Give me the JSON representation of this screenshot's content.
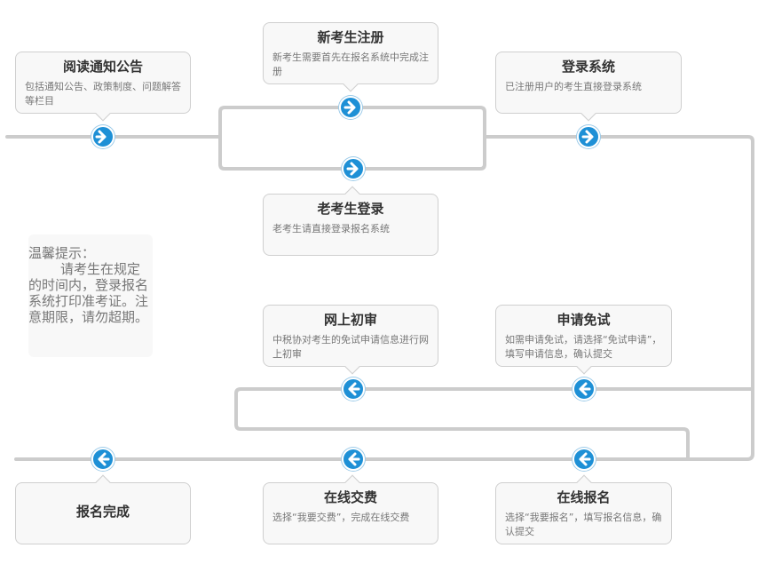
{
  "steps": {
    "read_notice": {
      "title": "阅读通知公告",
      "desc": "包括通知公告、政策制度、问题解答等栏目"
    },
    "new_register": {
      "title": "新考生注册",
      "desc": "新考生需要首先在报名系统中完成注册"
    },
    "login": {
      "title": "登录系统",
      "desc": "已注册用户的考生直接登录系统"
    },
    "old_login": {
      "title": "老考生登录",
      "desc": "老考生请直接登录报名系统"
    },
    "online_review": {
      "title": "网上初审",
      "desc": "中税协对考生的免试申请信息进行网上初审"
    },
    "apply_exempt": {
      "title": "申请免试",
      "desc": "如需申请免试，请选择“免试申请”，填写申请信息，确认提交"
    },
    "complete": {
      "title": "报名完成"
    },
    "online_pay": {
      "title": "在线交费",
      "desc": "选择“我要交费”，完成在线交费"
    },
    "online_apply": {
      "title": "在线报名",
      "desc": "选择“我要报名”，填写报名信息，确认提交"
    }
  },
  "tip": {
    "head": "温馨提示：",
    "body": "请考生在规定的时间内，登录报名系统打印准考证。注意期限，请勿超期。"
  },
  "colors": {
    "line": "#cccccc",
    "node": "#1e90d6",
    "box_bg": "#f8f8f8",
    "box_border": "#cfcfcf"
  },
  "icons": {
    "right": "arrow-right-icon",
    "left": "arrow-left-icon"
  }
}
